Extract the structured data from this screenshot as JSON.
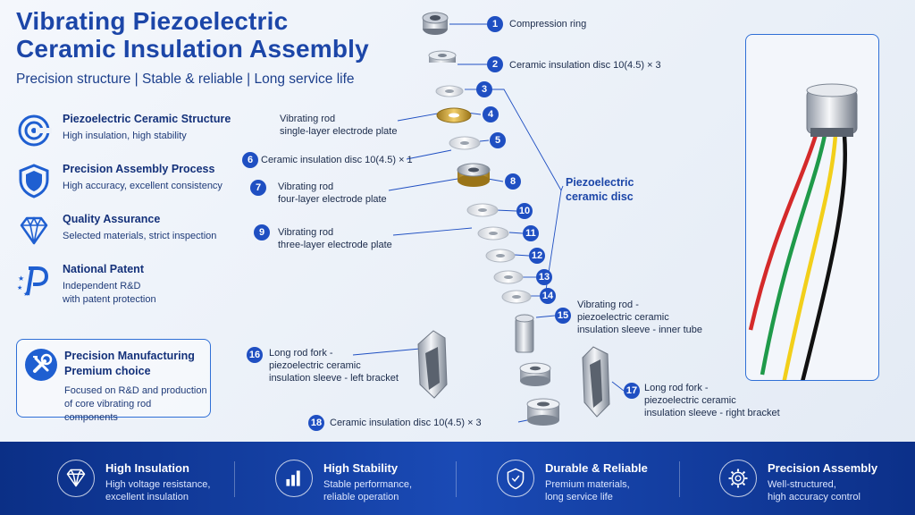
{
  "header": {
    "title_line1": "Vibrating Piezoelectric",
    "title_line2": "Ceramic Insulation Assembly",
    "subtitle": "Precision structure | Stable & reliable | Long service life"
  },
  "features": [
    {
      "icon": "ceramic-structure-icon",
      "title": "Piezoelectric Ceramic Structure",
      "desc": "High insulation, high stability"
    },
    {
      "icon": "shield-icon",
      "title": "Precision Assembly Process",
      "desc": "High accuracy, excellent consistency"
    },
    {
      "icon": "diamond-icon",
      "title": "Quality Assurance",
      "desc": "Selected materials, strict inspection"
    },
    {
      "icon": "patent-icon",
      "title": "National Patent",
      "desc": "Independent R&D",
      "desc2": "with patent protection"
    }
  ],
  "promo": {
    "icon": "tools-icon",
    "title_line1": "Precision Manufacturing",
    "title_line2": "Premium choice",
    "desc_line1": "Focused on R&D and production",
    "desc_line2": "of core vibrating rod components"
  },
  "parts": [
    {
      "n": "1",
      "line1": "Compression ring",
      "line2": ""
    },
    {
      "n": "2",
      "line1": "Ceramic insulation disc 10(4.5) × 3",
      "line2": ""
    },
    {
      "n": "3",
      "line1": "",
      "line2": ""
    },
    {
      "n": "4",
      "line1": "Vibrating rod",
      "line2": "single-layer electrode plate"
    },
    {
      "n": "5",
      "line1": "",
      "line2": ""
    },
    {
      "n": "6",
      "line1": "Ceramic insulation disc 10(4.5) × 1",
      "line2": ""
    },
    {
      "n": "7",
      "line1": "Vibrating rod",
      "line2": "four-layer electrode plate"
    },
    {
      "n": "8",
      "line1": "",
      "line2": ""
    },
    {
      "n": "9",
      "line1": "Vibrating rod",
      "line2": "three-layer electrode plate"
    },
    {
      "n": "10",
      "line1": "",
      "line2": ""
    },
    {
      "n": "11",
      "line1": "",
      "line2": ""
    },
    {
      "n": "12",
      "line1": "",
      "line2": ""
    },
    {
      "n": "13",
      "line1": "",
      "line2": ""
    },
    {
      "n": "14",
      "line1": "",
      "line2": ""
    },
    {
      "n": "15",
      "line1": "Vibrating rod -",
      "line2": "piezoelectric ceramic",
      "line3": "insulation sleeve - inner tube"
    },
    {
      "n": "16",
      "line1": "Long rod fork -",
      "line2": "piezoelectric ceramic",
      "line3": "insulation sleeve - left bracket"
    },
    {
      "n": "17",
      "line1": "Long rod fork -",
      "line2": "piezoelectric ceramic",
      "line3": "insulation sleeve - right bracket"
    },
    {
      "n": "18",
      "line1": "Ceramic insulation disc 10(4.5) × 3",
      "line2": ""
    }
  ],
  "piezo_label": {
    "line1": "Piezoelectric",
    "line2": "ceramic disc"
  },
  "wire_colors": [
    "#d42a2a",
    "#1f9a4a",
    "#f2cf1a",
    "#111111"
  ],
  "bottom_bar": [
    {
      "icon": "diamond-icon",
      "title": "High Insulation",
      "desc1": "High voltage resistance,",
      "desc2": "excellent insulation"
    },
    {
      "icon": "bar-chart-icon",
      "title": "High Stability",
      "desc1": "Stable performance,",
      "desc2": "reliable operation"
    },
    {
      "icon": "shield-icon",
      "title": "Durable & Reliable",
      "desc1": "Premium materials,",
      "desc2": "long service life"
    },
    {
      "icon": "gear-icon",
      "title": "Precision Assembly",
      "desc1": "Well-structured,",
      "desc2": "high accuracy control"
    }
  ],
  "colors": {
    "brand_blue": "#1c46a8",
    "badge_blue": "#1f4fc2",
    "bar_blue": "#0b2f86"
  }
}
